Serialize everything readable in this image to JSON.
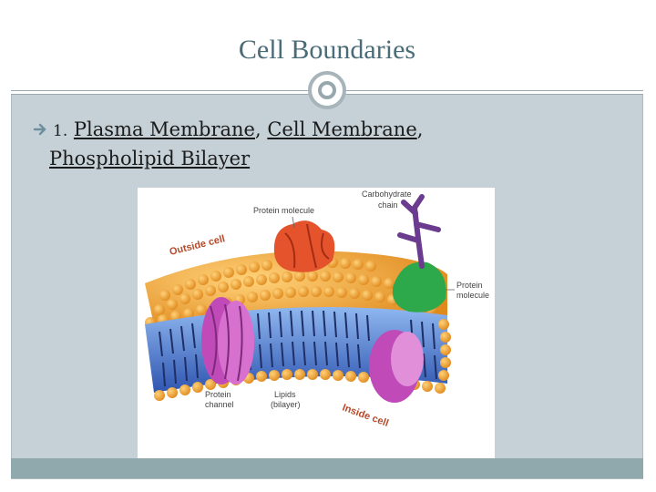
{
  "slide": {
    "title": "Cell Boundaries",
    "bullet": {
      "number": "1.",
      "term1": "Plasma Membrane",
      "sep1": ",",
      "term2": "Cell Membrane",
      "sep2": ",",
      "term3": "Phospholipid Bilayer"
    }
  },
  "diagram": {
    "labels": {
      "protein_molecule_top": "Protein molecule",
      "carbohydrate_line1": "Carbohydrate",
      "carbohydrate_line2": "chain",
      "outside_cell": "Outside cell",
      "protein_molecule_right_line1": "Protein",
      "protein_molecule_right_line2": "molecule",
      "protein_channel_line1": "Protein",
      "protein_channel_line2": "channel",
      "lipids_line1": "Lipids",
      "lipids_line2": "(bilayer)",
      "inside_cell": "Inside cell"
    },
    "colors": {
      "head": "#f0a63a",
      "tail_band": "#4f76c9",
      "channel": "#c04bb8",
      "red_protein": "#e4532c",
      "green_protein": "#2da84a",
      "carbohydrate": "#6a3b8f"
    }
  },
  "theme": {
    "title_color": "#4a6b78",
    "content_bg": "#c5d1d7",
    "footer_color": "#8fa9ac"
  }
}
